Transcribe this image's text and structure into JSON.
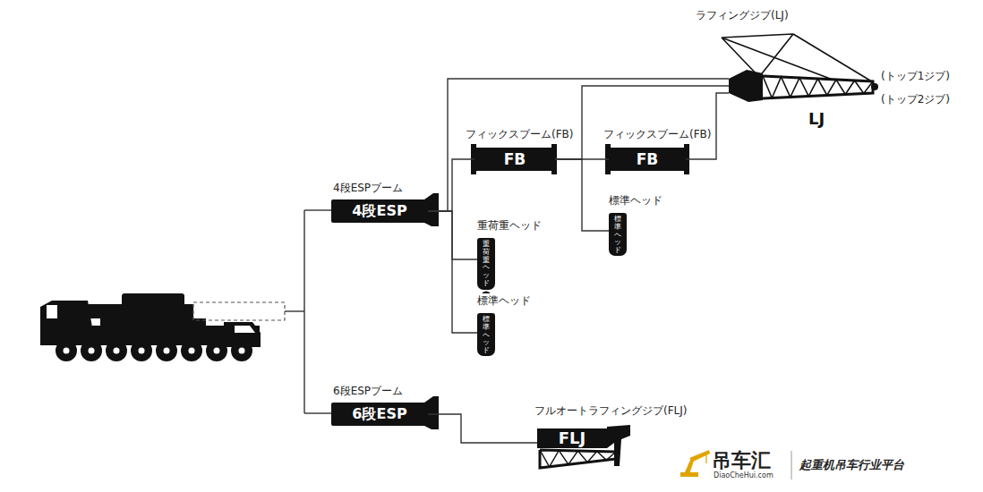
{
  "diagram": {
    "nodes": [
      {
        "text": [
          "4段ESPブーム",
          "4段ESP"
        ]
      },
      {
        "text": [
          "6段ESPブーム",
          "6段ESP"
        ]
      },
      {
        "text": [
          "フィックスブーム(FB)",
          "FB"
        ]
      },
      {
        "text": [
          "重荷重ヘッド",
          "重荷重ヘッド"
        ]
      },
      {
        "text": [
          "標準ヘッド",
          "標準ヘッド"
        ]
      },
      {
        "text": [
          "フィックスブーム(FB)",
          "FB"
        ]
      },
      {
        "text": [
          "標準ヘッド",
          "標準ヘッド"
        ]
      },
      {
        "text": [
          "ラフィングジブ(LJ)",
          "LJ",
          "(トップ1ジブ)",
          "(トップ2ジブ)"
        ]
      },
      {
        "text": [
          "フルオートラフィングジブ(FLJ)",
          "FLJ"
        ]
      }
    ],
    "edges": [
      {
        "from": 0,
        "to": 2,
        "arrow": "none"
      },
      {
        "from": 0,
        "to": 3,
        "arrow": "none"
      },
      {
        "from": 0,
        "to": 4,
        "arrow": "none"
      },
      {
        "from": 0,
        "to": 7,
        "arrow": "none"
      },
      {
        "from": 2,
        "to": 5,
        "arrow": "none"
      },
      {
        "from": 2,
        "to": 6,
        "arrow": "none"
      },
      {
        "from": 2,
        "to": 7,
        "arrow": "none"
      },
      {
        "from": 5,
        "to": 7,
        "arrow": "none"
      },
      {
        "from": 1,
        "to": 8,
        "arrow": "none"
      }
    ],
    "labels": [
      "吊车汇",
      "DiaoCheHui.com",
      "起重机吊车行业平台"
    ]
  }
}
